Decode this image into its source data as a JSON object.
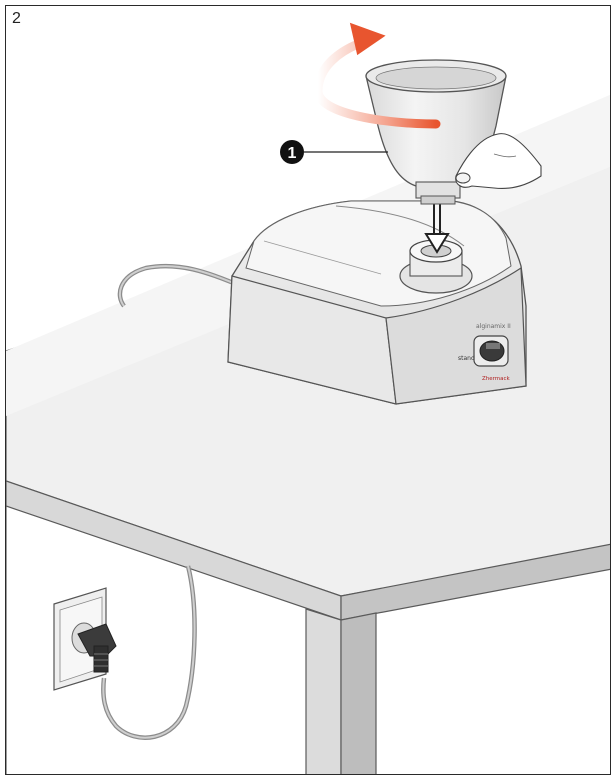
{
  "figure": {
    "step_number": "2",
    "callout_number": "1",
    "device_brand_text": "alginamix II",
    "switch_label": "stand",
    "maker_text": "Zhermack"
  }
}
